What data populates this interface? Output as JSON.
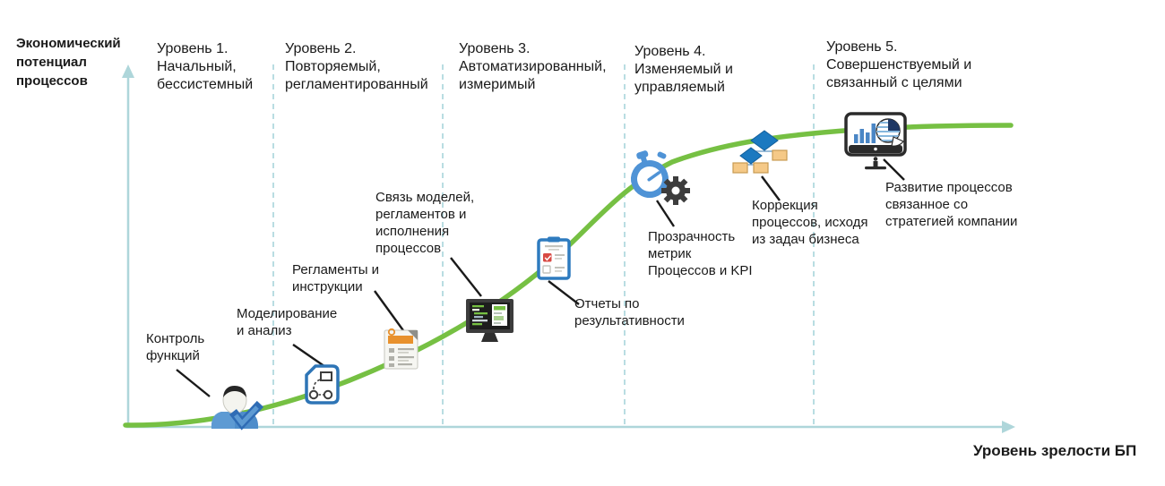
{
  "diagram": {
    "y_axis_title": "Экономический\nпотенциал\nпроцессов",
    "x_axis_title": "Уровень зрелости БП"
  },
  "levels": [
    {
      "label": "Уровень 1.\nНачальный,\nбессистемный"
    },
    {
      "label": "Уровень 2.\nПовторяемый,\nрегламентированный"
    },
    {
      "label": "Уровень 3.\nАвтоматизированный,\nизмеримый"
    },
    {
      "label": "Уровень 4.\nИзменяемый и\nуправляемый"
    },
    {
      "label": "Уровень 5.\nСовершенствуемый и\nсвязанный с целями"
    }
  ],
  "milestones": [
    {
      "label": "Контроль\nфункций",
      "icon": "person-check-icon"
    },
    {
      "label": "Моделирование\nи анализ",
      "icon": "process-model-document-icon"
    },
    {
      "label": "Регламенты и\nинструкции",
      "icon": "regulation-document-icon"
    },
    {
      "label": "Связь моделей,\nрегламентов и\nисполнения\nпроцессов",
      "icon": "monitor-execution-icon"
    },
    {
      "label": "Отчеты по\nрезультативности",
      "icon": "performance-report-icon"
    },
    {
      "label": "Прозрачность\nметрик\nПроцессов и KPI",
      "icon": "stopwatch-gear-icon"
    },
    {
      "label": "Коррекция\nпроцессов, исходя\nиз задач бизнеса",
      "icon": "decision-tree-icon"
    },
    {
      "label": "Развитие процессов\nсвязанное со\nстратегией компании",
      "icon": "analytics-monitor-icon"
    }
  ],
  "colors": {
    "curve_green": "#76c043",
    "axis_teal": "#aed6da",
    "divider_teal": "#b9dde2",
    "icon_blue": "#2e75b6",
    "stopwatch_blue": "#4f93d6",
    "diamond_blue": "#1b79c0",
    "icon_orange": "#f5c987",
    "header_orange": "#e8912d",
    "accent_red": "#d84a44",
    "gear_gray": "#3d3d3d",
    "text": "#1a1a1a"
  }
}
